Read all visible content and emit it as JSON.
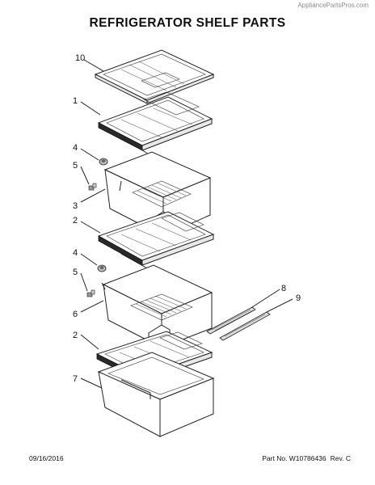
{
  "watermark": "AppliancePartsPros.com",
  "title": "REFRIGERATOR SHELF PARTS",
  "footer": {
    "date": "09/16/2016",
    "part_no": "Part No. W10786436",
    "rev": "Rev. C"
  },
  "callouts": {
    "c10": "10",
    "c1": "1",
    "c4a": "4",
    "c5a": "5",
    "c3": "3",
    "c2a": "2",
    "c4b": "4",
    "c5b": "5",
    "c6": "6",
    "c8": "8",
    "c9": "9",
    "c2b": "2",
    "c7": "7"
  }
}
